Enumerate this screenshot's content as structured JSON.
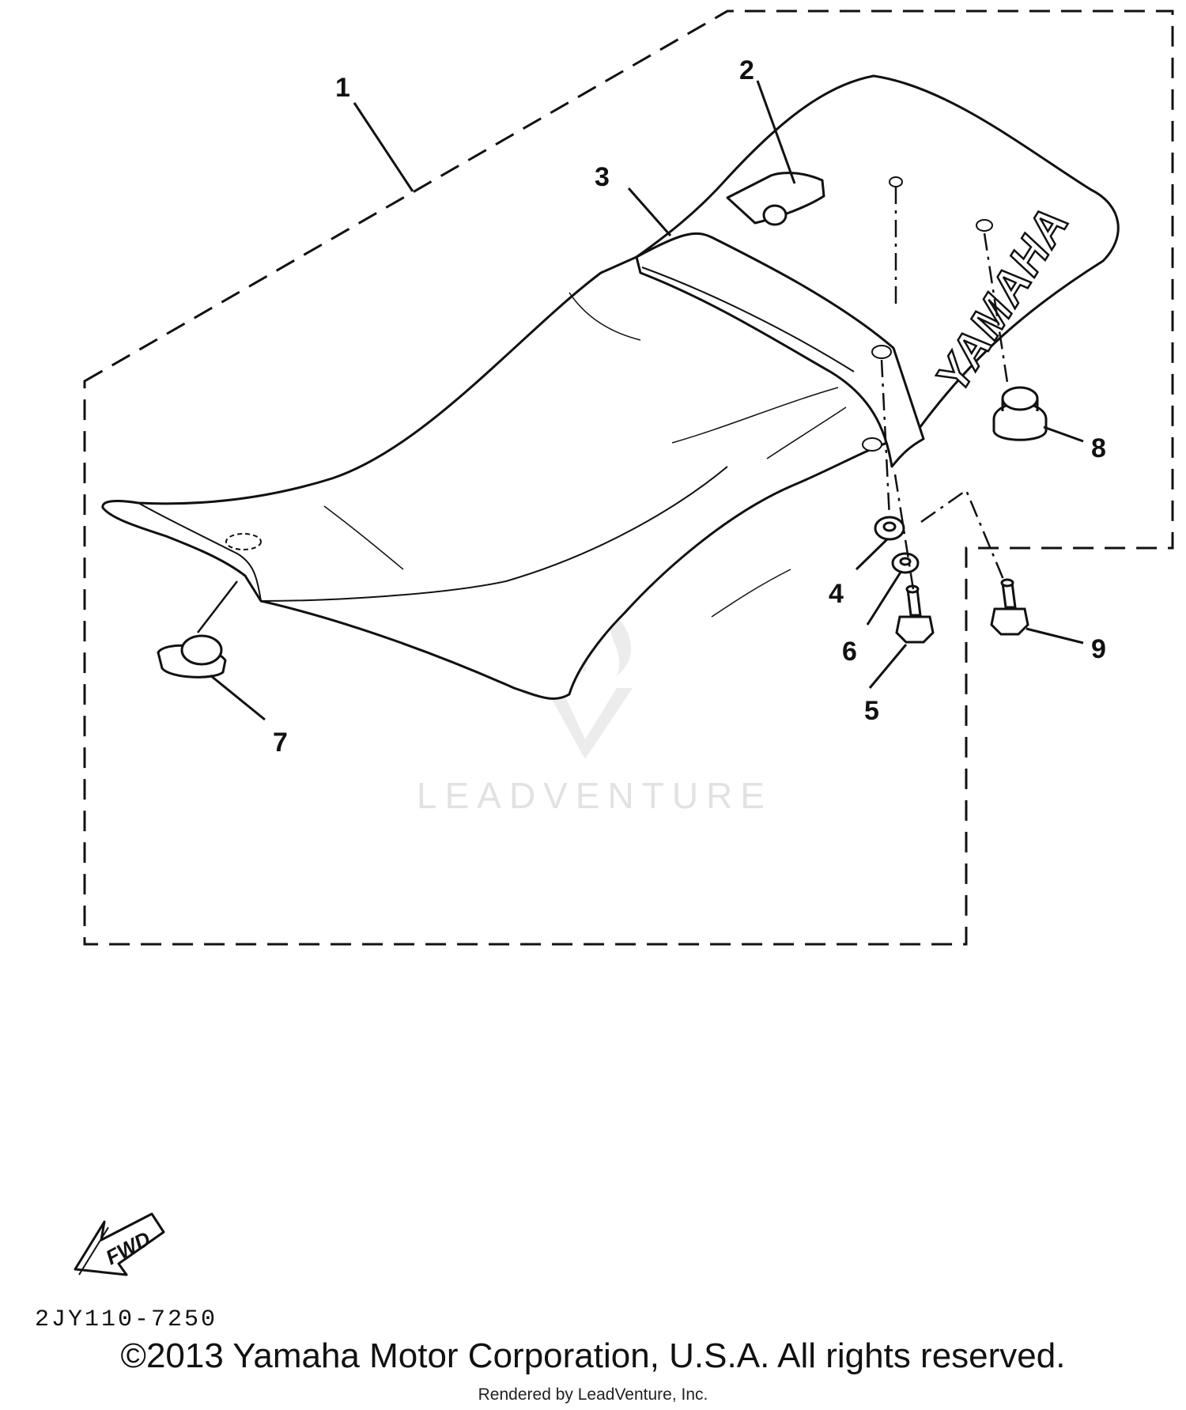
{
  "callouts": [
    {
      "id": "1",
      "label": "1"
    },
    {
      "id": "2",
      "label": "2"
    },
    {
      "id": "3",
      "label": "3"
    },
    {
      "id": "4",
      "label": "4"
    },
    {
      "id": "5",
      "label": "5"
    },
    {
      "id": "6",
      "label": "6"
    },
    {
      "id": "7",
      "label": "7"
    },
    {
      "id": "8",
      "label": "8"
    },
    {
      "id": "9",
      "label": "9"
    }
  ],
  "seat_logo": "YAMAHA",
  "fwd_label": "FWD",
  "watermark": "LEADVENTURE",
  "diagram_code": "2JY110-7250",
  "copyright": "©2013 Yamaha Motor Corporation, U.S.A. All rights reserved.",
  "rendered_by": "Rendered by LeadVenture, Inc."
}
